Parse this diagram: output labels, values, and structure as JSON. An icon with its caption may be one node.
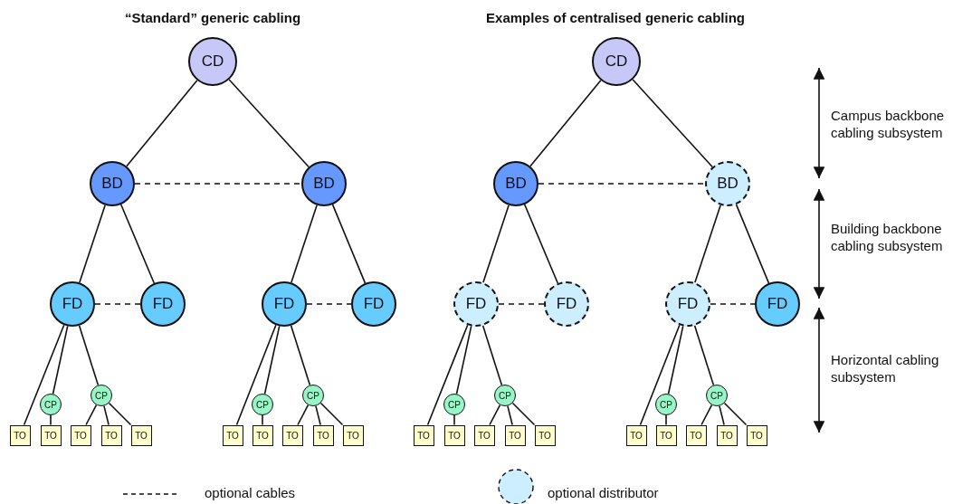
{
  "diagram": {
    "nodes": [
      {
        "text": [
          "CD"
        ]
      },
      {
        "text": [
          "BD"
        ]
      },
      {
        "text": [
          "BD"
        ]
      },
      {
        "text": [
          "FD"
        ]
      },
      {
        "text": [
          "FD"
        ]
      },
      {
        "text": [
          "FD"
        ]
      },
      {
        "text": [
          "FD"
        ]
      },
      {
        "text": [
          "CP"
        ]
      },
      {
        "text": [
          "CP"
        ]
      },
      {
        "text": [
          "TO"
        ]
      },
      {
        "text": [
          "TO"
        ]
      },
      {
        "text": [
          "TO"
        ]
      },
      {
        "text": [
          "TO"
        ]
      },
      {
        "text": [
          "TO"
        ]
      },
      {
        "text": [
          "CP"
        ]
      },
      {
        "text": [
          "CP"
        ]
      },
      {
        "text": [
          "TO"
        ]
      },
      {
        "text": [
          "TO"
        ]
      },
      {
        "text": [
          "TO"
        ]
      },
      {
        "text": [
          "TO"
        ]
      },
      {
        "text": [
          "TO"
        ]
      },
      {
        "text": [
          "CD"
        ]
      },
      {
        "text": [
          "BD"
        ]
      },
      {
        "text": [
          "BD"
        ]
      },
      {
        "text": [
          "FD"
        ]
      },
      {
        "text": [
          "FD"
        ]
      },
      {
        "text": [
          "FD"
        ]
      },
      {
        "text": [
          "FD"
        ]
      },
      {
        "text": [
          "CP"
        ]
      },
      {
        "text": [
          "CP"
        ]
      },
      {
        "text": [
          "TO"
        ]
      },
      {
        "text": [
          "TO"
        ]
      },
      {
        "text": [
          "TO"
        ]
      },
      {
        "text": [
          "TO"
        ]
      },
      {
        "text": [
          "TO"
        ]
      },
      {
        "text": [
          "CP"
        ]
      },
      {
        "text": [
          "CP"
        ]
      },
      {
        "text": [
          "TO"
        ]
      },
      {
        "text": [
          "TO"
        ]
      },
      {
        "text": [
          "TO"
        ]
      },
      {
        "text": [
          "TO"
        ]
      },
      {
        "text": [
          "TO"
        ]
      }
    ],
    "edges": [
      {
        "from": 0,
        "to": 1,
        "arrow": "none"
      },
      {
        "from": 0,
        "to": 2,
        "arrow": "none"
      },
      {
        "from": 1,
        "to": 2,
        "arrow": "none",
        "style": "dashed"
      },
      {
        "from": 1,
        "to": 3,
        "arrow": "none"
      },
      {
        "from": 1,
        "to": 4,
        "arrow": "none"
      },
      {
        "from": 2,
        "to": 5,
        "arrow": "none"
      },
      {
        "from": 2,
        "to": 6,
        "arrow": "none"
      },
      {
        "from": 3,
        "to": 4,
        "arrow": "none",
        "style": "dashed"
      },
      {
        "from": 5,
        "to": 6,
        "arrow": "none",
        "style": "dashed"
      },
      {
        "from": 3,
        "to": 9,
        "arrow": "none"
      },
      {
        "from": 3,
        "to": 7,
        "arrow": "none"
      },
      {
        "from": 3,
        "to": 8,
        "arrow": "none"
      },
      {
        "from": 7,
        "to": 10,
        "arrow": "none"
      },
      {
        "from": 8,
        "to": 11,
        "arrow": "none"
      },
      {
        "from": 8,
        "to": 12,
        "arrow": "none"
      },
      {
        "from": 8,
        "to": 13,
        "arrow": "none"
      },
      {
        "from": 5,
        "to": 16,
        "arrow": "none"
      },
      {
        "from": 5,
        "to": 14,
        "arrow": "none"
      },
      {
        "from": 5,
        "to": 15,
        "arrow": "none"
      },
      {
        "from": 14,
        "to": 17,
        "arrow": "none"
      },
      {
        "from": 15,
        "to": 18,
        "arrow": "none"
      },
      {
        "from": 15,
        "to": 19,
        "arrow": "none"
      },
      {
        "from": 15,
        "to": 20,
        "arrow": "none"
      },
      {
        "from": 21,
        "to": 22,
        "arrow": "none"
      },
      {
        "from": 21,
        "to": 23,
        "arrow": "none"
      },
      {
        "from": 22,
        "to": 23,
        "arrow": "none",
        "style": "dashed"
      },
      {
        "from": 22,
        "to": 24,
        "arrow": "none"
      },
      {
        "from": 22,
        "to": 25,
        "arrow": "none"
      },
      {
        "from": 23,
        "to": 26,
        "arrow": "none"
      },
      {
        "from": 23,
        "to": 27,
        "arrow": "none"
      },
      {
        "from": 24,
        "to": 25,
        "arrow": "none",
        "style": "dashed"
      },
      {
        "from": 26,
        "to": 27,
        "arrow": "none",
        "style": "dashed"
      },
      {
        "from": 24,
        "to": 30,
        "arrow": "none"
      },
      {
        "from": 24,
        "to": 28,
        "arrow": "none"
      },
      {
        "from": 24,
        "to": 29,
        "arrow": "none"
      },
      {
        "from": 28,
        "to": 31,
        "arrow": "none"
      },
      {
        "from": 29,
        "to": 32,
        "arrow": "none"
      },
      {
        "from": 29,
        "to": 33,
        "arrow": "none"
      },
      {
        "from": 29,
        "to": 34,
        "arrow": "none"
      },
      {
        "from": 26,
        "to": 37,
        "arrow": "none"
      },
      {
        "from": 26,
        "to": 35,
        "arrow": "none"
      },
      {
        "from": 26,
        "to": 36,
        "arrow": "none"
      },
      {
        "from": 35,
        "to": 38,
        "arrow": "none"
      },
      {
        "from": 36,
        "to": 39,
        "arrow": "none"
      },
      {
        "from": 36,
        "to": 40,
        "arrow": "none"
      },
      {
        "from": 36,
        "to": 41,
        "arrow": "none"
      }
    ],
    "labels": [
      "“Standard” generic cabling",
      "Examples of centralised generic cabling",
      "Campus backbone cabling subsystem",
      "Building backbone cabling subsystem",
      "Horizontal cabling subsystem"
    ],
    "legend": [
      {
        "text": "optional cables"
      },
      {
        "text": "optional distributor"
      }
    ]
  }
}
